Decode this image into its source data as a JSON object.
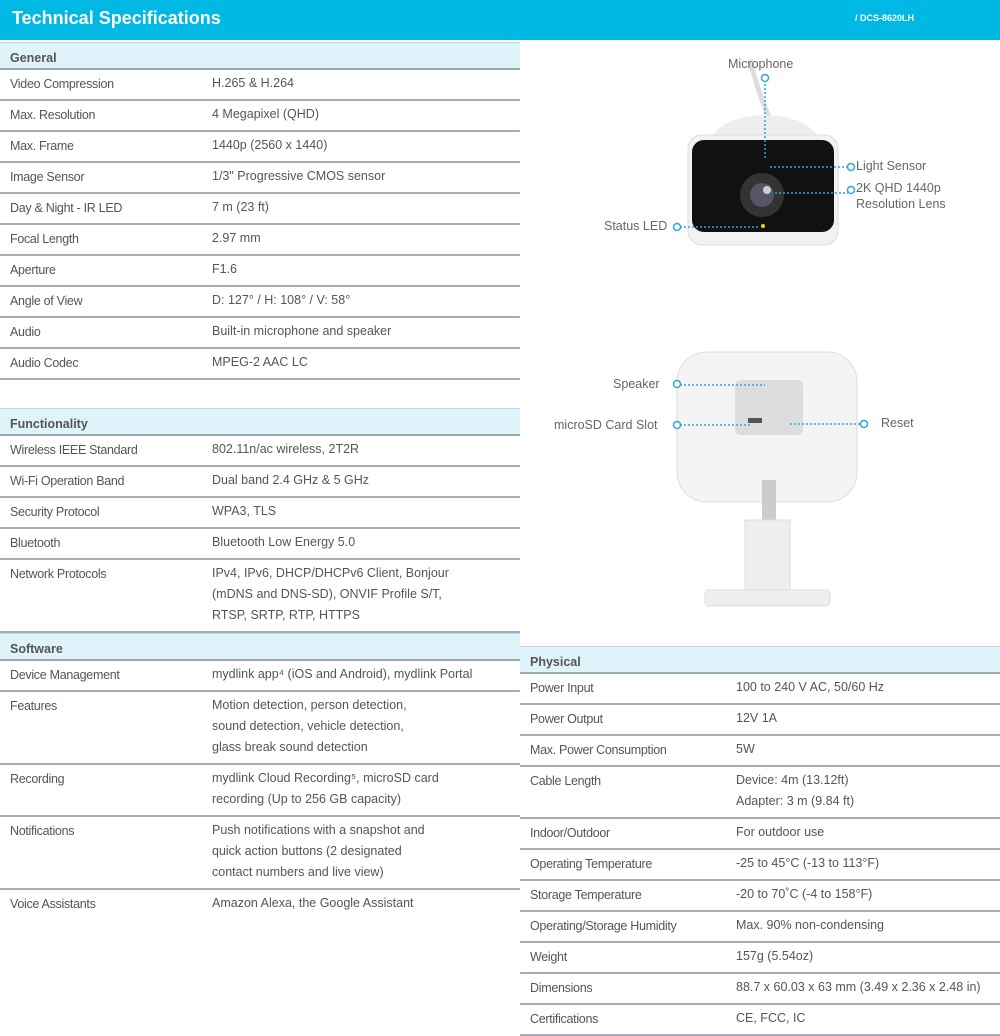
{
  "header": {
    "title": "Technical Specifications",
    "model": "/ DCS-8620LH"
  },
  "sections": {
    "general": {
      "title": "General",
      "rows": [
        {
          "k": "Video Compression",
          "v": [
            "H.265 & H.264"
          ]
        },
        {
          "k": "Max. Resolution",
          "v": [
            "4 Megapixel (QHD)"
          ]
        },
        {
          "k": "Max. Frame",
          "v": [
            "1440p (2560 x 1440)"
          ]
        },
        {
          "k": "Image Sensor",
          "v": [
            "1/3\" Progressive CMOS sensor"
          ]
        },
        {
          "k": "Day & Night - IR LED",
          "v": [
            "7 m (23 ft)"
          ]
        },
        {
          "k": "Focal Length",
          "v": [
            "2.97 mm"
          ]
        },
        {
          "k": "Aperture",
          "v": [
            "F1.6"
          ]
        },
        {
          "k": "Angle of View",
          "v": [
            "D: 127° / H: 108° / V: 58°"
          ]
        },
        {
          "k": "Audio",
          "v": [
            "Built-in microphone and speaker"
          ]
        },
        {
          "k": "Audio Codec",
          "v": [
            "MPEG-2 AAC LC"
          ]
        }
      ]
    },
    "functionality": {
      "title": "Functionality",
      "rows": [
        {
          "k": "Wireless IEEE Standard",
          "v": [
            "802.11n/ac wireless, 2T2R"
          ]
        },
        {
          "k": "Wi-Fi Operation Band",
          "v": [
            "Dual band 2.4 GHz & 5 GHz"
          ]
        },
        {
          "k": "Security Protocol",
          "v": [
            "WPA3, TLS"
          ]
        },
        {
          "k": "Bluetooth",
          "v": [
            "Bluetooth Low Energy 5.0"
          ]
        },
        {
          "k": "Network Protocols",
          "v": [
            "IPv4, IPv6, DHCP/DHCPv6 Client, Bonjour",
            "(mDNS and DNS-SD), ONVIF Profile S/T,",
            "RTSP, SRTP, RTP, HTTPS"
          ]
        }
      ]
    },
    "software": {
      "title": "Software",
      "rows": [
        {
          "k": "Device Management",
          "v": [
            "mydlink app⁴ (iOS and Android), mydlink Portal"
          ]
        },
        {
          "k": "Features",
          "v": [
            "Motion detection, person detection,",
            "sound detection, vehicle detection,",
            "glass break sound detection"
          ]
        },
        {
          "k": "Recording",
          "v": [
            "mydlink Cloud Recording⁵, microSD card",
            "recording (Up to 256 GB capacity)"
          ]
        },
        {
          "k": "Notifications",
          "v": [
            "Push notifications with a snapshot and",
            "quick action buttons (2 designated",
            "contact numbers and live view)"
          ]
        },
        {
          "k": "Voice Assistants",
          "v": [
            "Amazon Alexa, the Google Assistant"
          ]
        }
      ]
    },
    "physical": {
      "title": "Physical",
      "rows": [
        {
          "k": "Power Input",
          "v": [
            "100 to 240 V AC, 50/60 Hz"
          ]
        },
        {
          "k": "Power Output",
          "v": [
            "12V 1A"
          ]
        },
        {
          "k": "Max. Power Consumption",
          "v": [
            "5W"
          ]
        },
        {
          "k": "Cable Length",
          "v": [
            "Device: 4m (13.12ft)",
            "Adapter: 3 m (9.84 ft)"
          ]
        },
        {
          "k": "Indoor/Outdoor",
          "v": [
            "For outdoor use"
          ]
        },
        {
          "k": "Operating Temperature",
          "v": [
            "-25 to 45°C (-13 to 113°F)"
          ]
        },
        {
          "k": "Storage Temperature",
          "v": [
            "-20 to 70˚C (-4 to 158°F)"
          ]
        },
        {
          "k": "Operating/Storage Humidity",
          "v": [
            "Max. 90% non-condensing"
          ]
        },
        {
          "k": "Weight",
          "v": [
            "157g (5.54oz)"
          ]
        },
        {
          "k": "Dimensions",
          "v": [
            "88.7 x 60.03 x 63 mm (3.49 x 2.36 x 2.48 in)"
          ]
        },
        {
          "k": "Certifications",
          "v": [
            "CE, FCC, IC"
          ]
        }
      ]
    }
  },
  "callouts": {
    "microphone": "Microphone",
    "light_sensor": "Light Sensor",
    "lens": [
      "2K QHD 1440p",
      "Resolution Lens"
    ],
    "status_led": "Status LED",
    "speaker": "Speaker",
    "microsd": "microSD Card Slot",
    "reset": "Reset"
  },
  "colors": {
    "accent": "#00b8e4",
    "section_bg": "#dff3fb"
  }
}
